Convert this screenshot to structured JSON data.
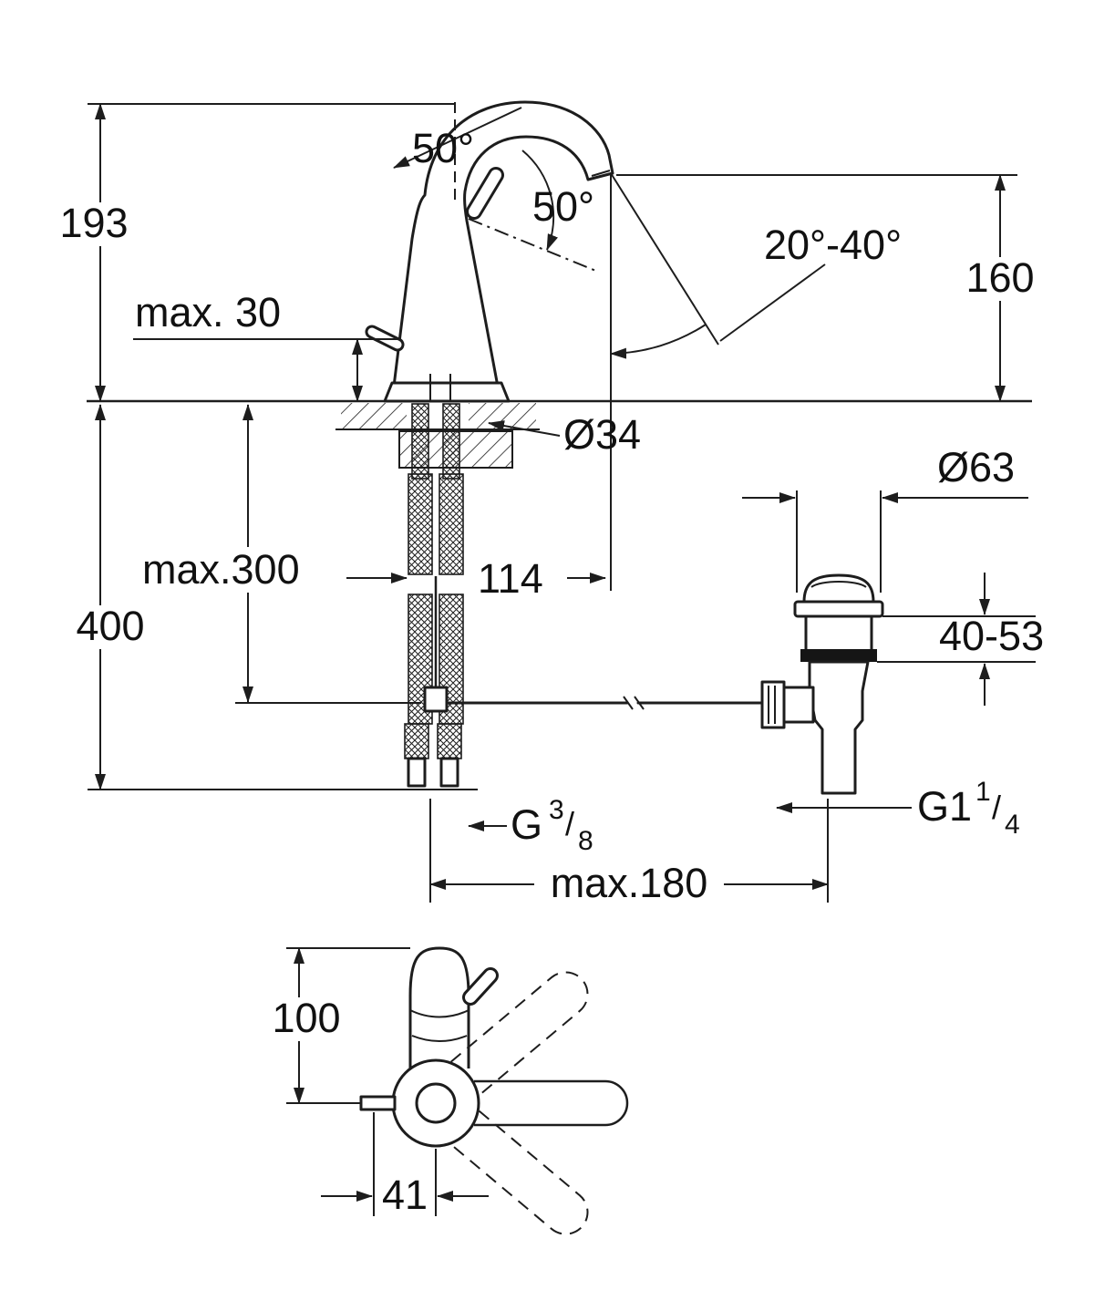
{
  "colors": {
    "background": "#ffffff",
    "ink": "#1d1d1d"
  },
  "side_view": {
    "height_above_deck": "193",
    "spout_angle": "50°",
    "handle_swivel_angle": "50°",
    "lever_lift_range": "20°-40°",
    "spout_outlet_height": "160",
    "max_deck_thickness": "max. 30",
    "mounting_hole_diameter": "Ø34",
    "max_hose_length": "max.300",
    "below_deck_depth": "400",
    "spout_reach": "114"
  },
  "waste_assembly": {
    "flange_diameter": "Ø63",
    "clamping_range": "40-53",
    "supply_thread_base": "G",
    "supply_thread_numerator": "3",
    "supply_thread_slash": "/",
    "supply_thread_denominator": "8",
    "waste_thread_base": "G1",
    "waste_thread_numerator": "1",
    "waste_thread_slash": "/",
    "waste_thread_denominator": "4",
    "max_center_distance": "max.180"
  },
  "top_view": {
    "body_depth": "100",
    "rod_offset": "41"
  }
}
